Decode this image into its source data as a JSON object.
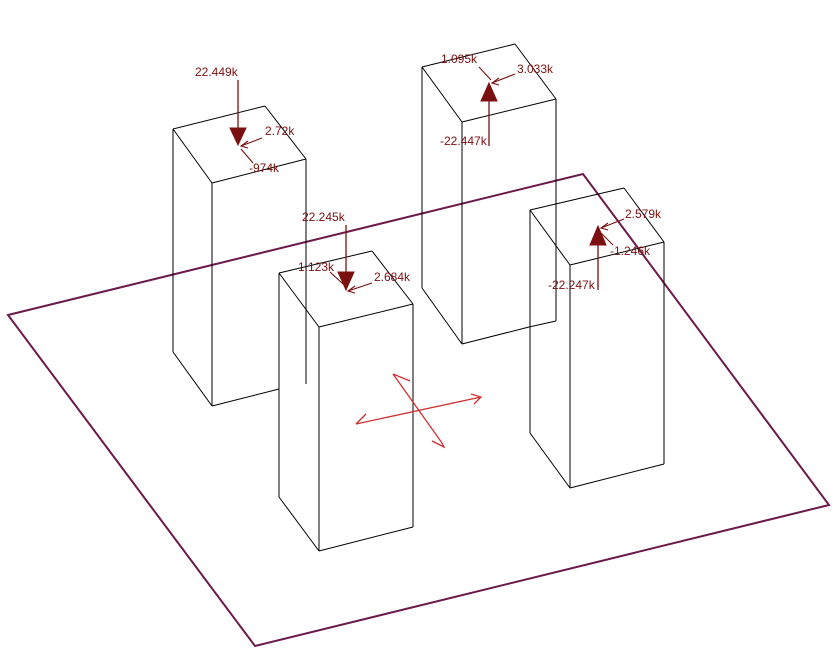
{
  "colors": {
    "edges": "#000000",
    "plate": "#6b1a4a",
    "reactions": "#7a1010",
    "axis": "#d03030"
  },
  "reactions": {
    "column_back_left": {
      "axial": "22.449k",
      "shear_a": "2.72k",
      "shear_b": "-974k"
    },
    "column_back_right": {
      "axial": "-22.447k",
      "shear_a": "3.033k",
      "shear_b": "1.095k"
    },
    "column_front_left": {
      "axial": "22.245k",
      "shear_a": "2.684k",
      "shear_b": "1.123k"
    },
    "column_front_right": {
      "axial": "-22.247k",
      "shear_a": "2.579k",
      "shear_b": "-1.246k"
    }
  }
}
